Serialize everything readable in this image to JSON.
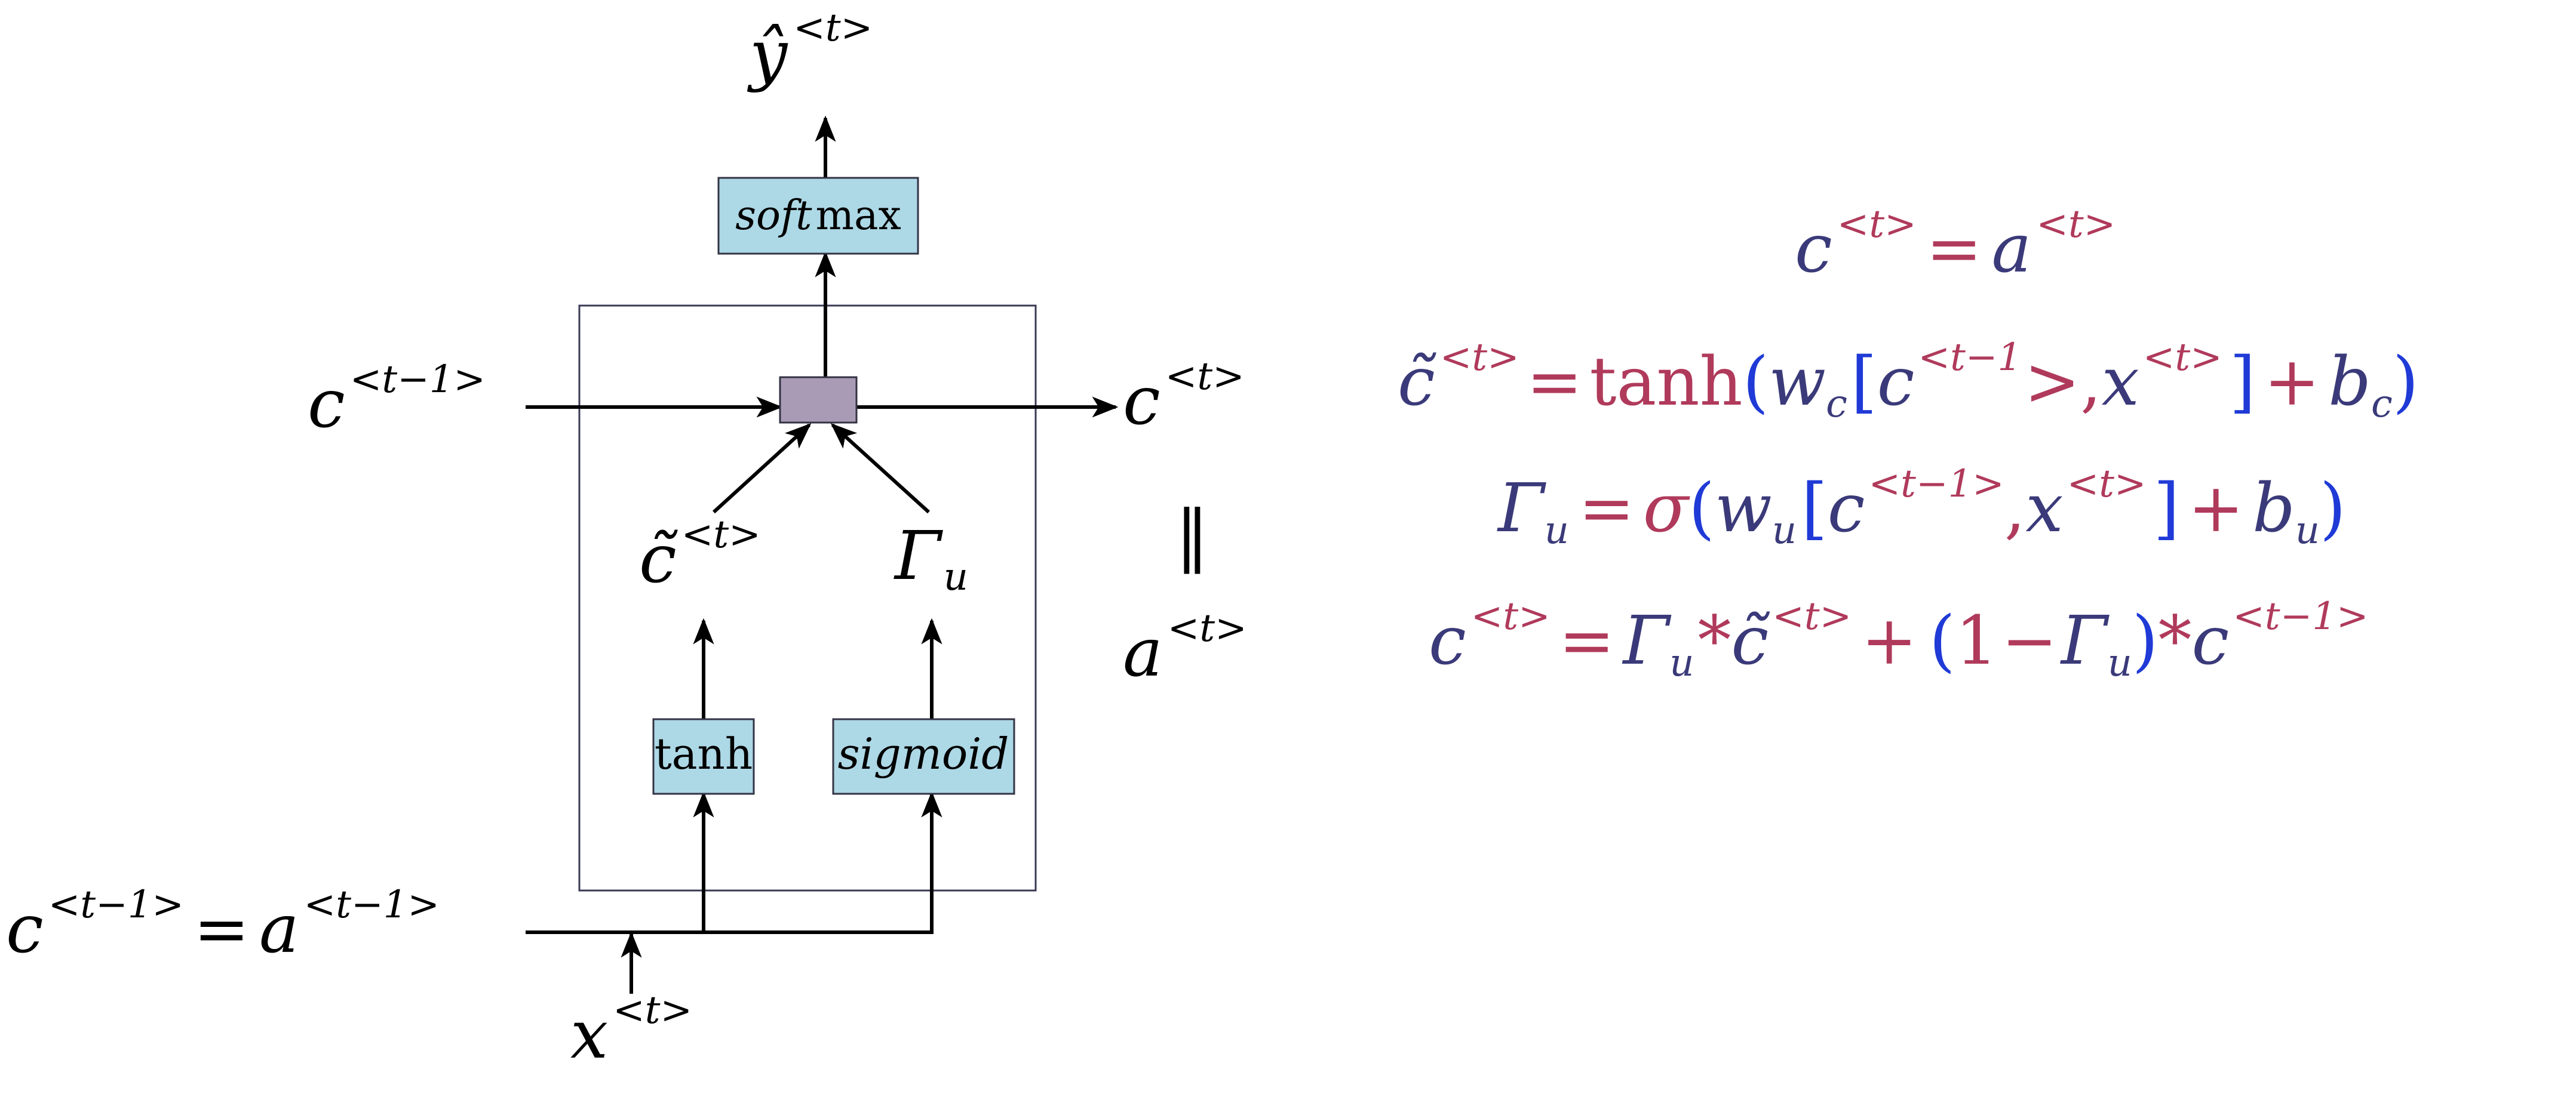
{
  "colors": {
    "navy": "#3a3a7a",
    "red": "#b03a5b",
    "blue": "#1f3ad6",
    "box_fill": "#add8e6",
    "box_stroke": "#333344",
    "gate_fill": "#a99bb5",
    "frame_stroke": "#3a3a55",
    "black": "#000000"
  },
  "diagram": {
    "output": {
      "base": "ŷ",
      "sup": "<t>"
    },
    "softmax": {
      "italic": "soft",
      "roman": "max"
    },
    "c_prev": {
      "base": "c",
      "sup": "<t−1>"
    },
    "c_out": {
      "base": "c",
      "sup": "<t>"
    },
    "c_tilde": {
      "base": "c̃",
      "sup": "<t>"
    },
    "gamma_u": {
      "base": "Γ",
      "sub": "u"
    },
    "parallel": "‖",
    "a_out": {
      "base": "a",
      "sup": "<t>"
    },
    "tanh_box": "tanh",
    "sigmoid_box": "sigmoid",
    "bottom_left": {
      "c": "c",
      "c_sup": "<t−1>",
      "eq": "=",
      "a": "a",
      "a_sup": "<t−1>"
    },
    "x_in": {
      "base": "x",
      "sup": "<t>"
    }
  },
  "equations": {
    "eq1": {
      "c": "c",
      "c_sup": "<t>",
      "eq": "=",
      "a": "a",
      "a_sup": "<t>"
    },
    "eq2": {
      "lhs": "c̃",
      "lhs_sup": "<t>",
      "eq": "=",
      "fn": "tanh",
      "lparen": "(",
      "w": "w",
      "w_sub": "c",
      "lbracket": "[",
      "c": "c",
      "c_sup": "<t−1",
      "gt": ">",
      "comma": ",",
      "x": "x",
      "x_sup": "<t>",
      "rbracket": "]",
      "plus": "+",
      "b": "b",
      "b_sub": "c",
      "rparen": ")"
    },
    "eq3": {
      "lhs": "Γ",
      "lhs_sub": "u",
      "eq": "=",
      "fn": "σ",
      "lparen": "(",
      "w": "w",
      "w_sub": "u",
      "lbracket": "[",
      "c": "c",
      "c_sup": "<t−1>",
      "comma": ",",
      "x": "x",
      "x_sup": "<t>",
      "rbracket": "]",
      "plus": "+",
      "b": "b",
      "b_sub": "u",
      "rparen": ")"
    },
    "eq4": {
      "lhs": "c",
      "lhs_sup": "<t>",
      "eq": "=",
      "g": "Γ",
      "g_sub": "u",
      "star1": "*",
      "ct": "c̃",
      "ct_sup": "<t>",
      "plus": "+",
      "lparen": "(",
      "one": "1",
      "minus": "−",
      "g2": "Γ",
      "g2_sub": "u",
      "rparen": ")",
      "star2": "*",
      "c2": "c",
      "c2_sup": "<t−1>"
    }
  }
}
